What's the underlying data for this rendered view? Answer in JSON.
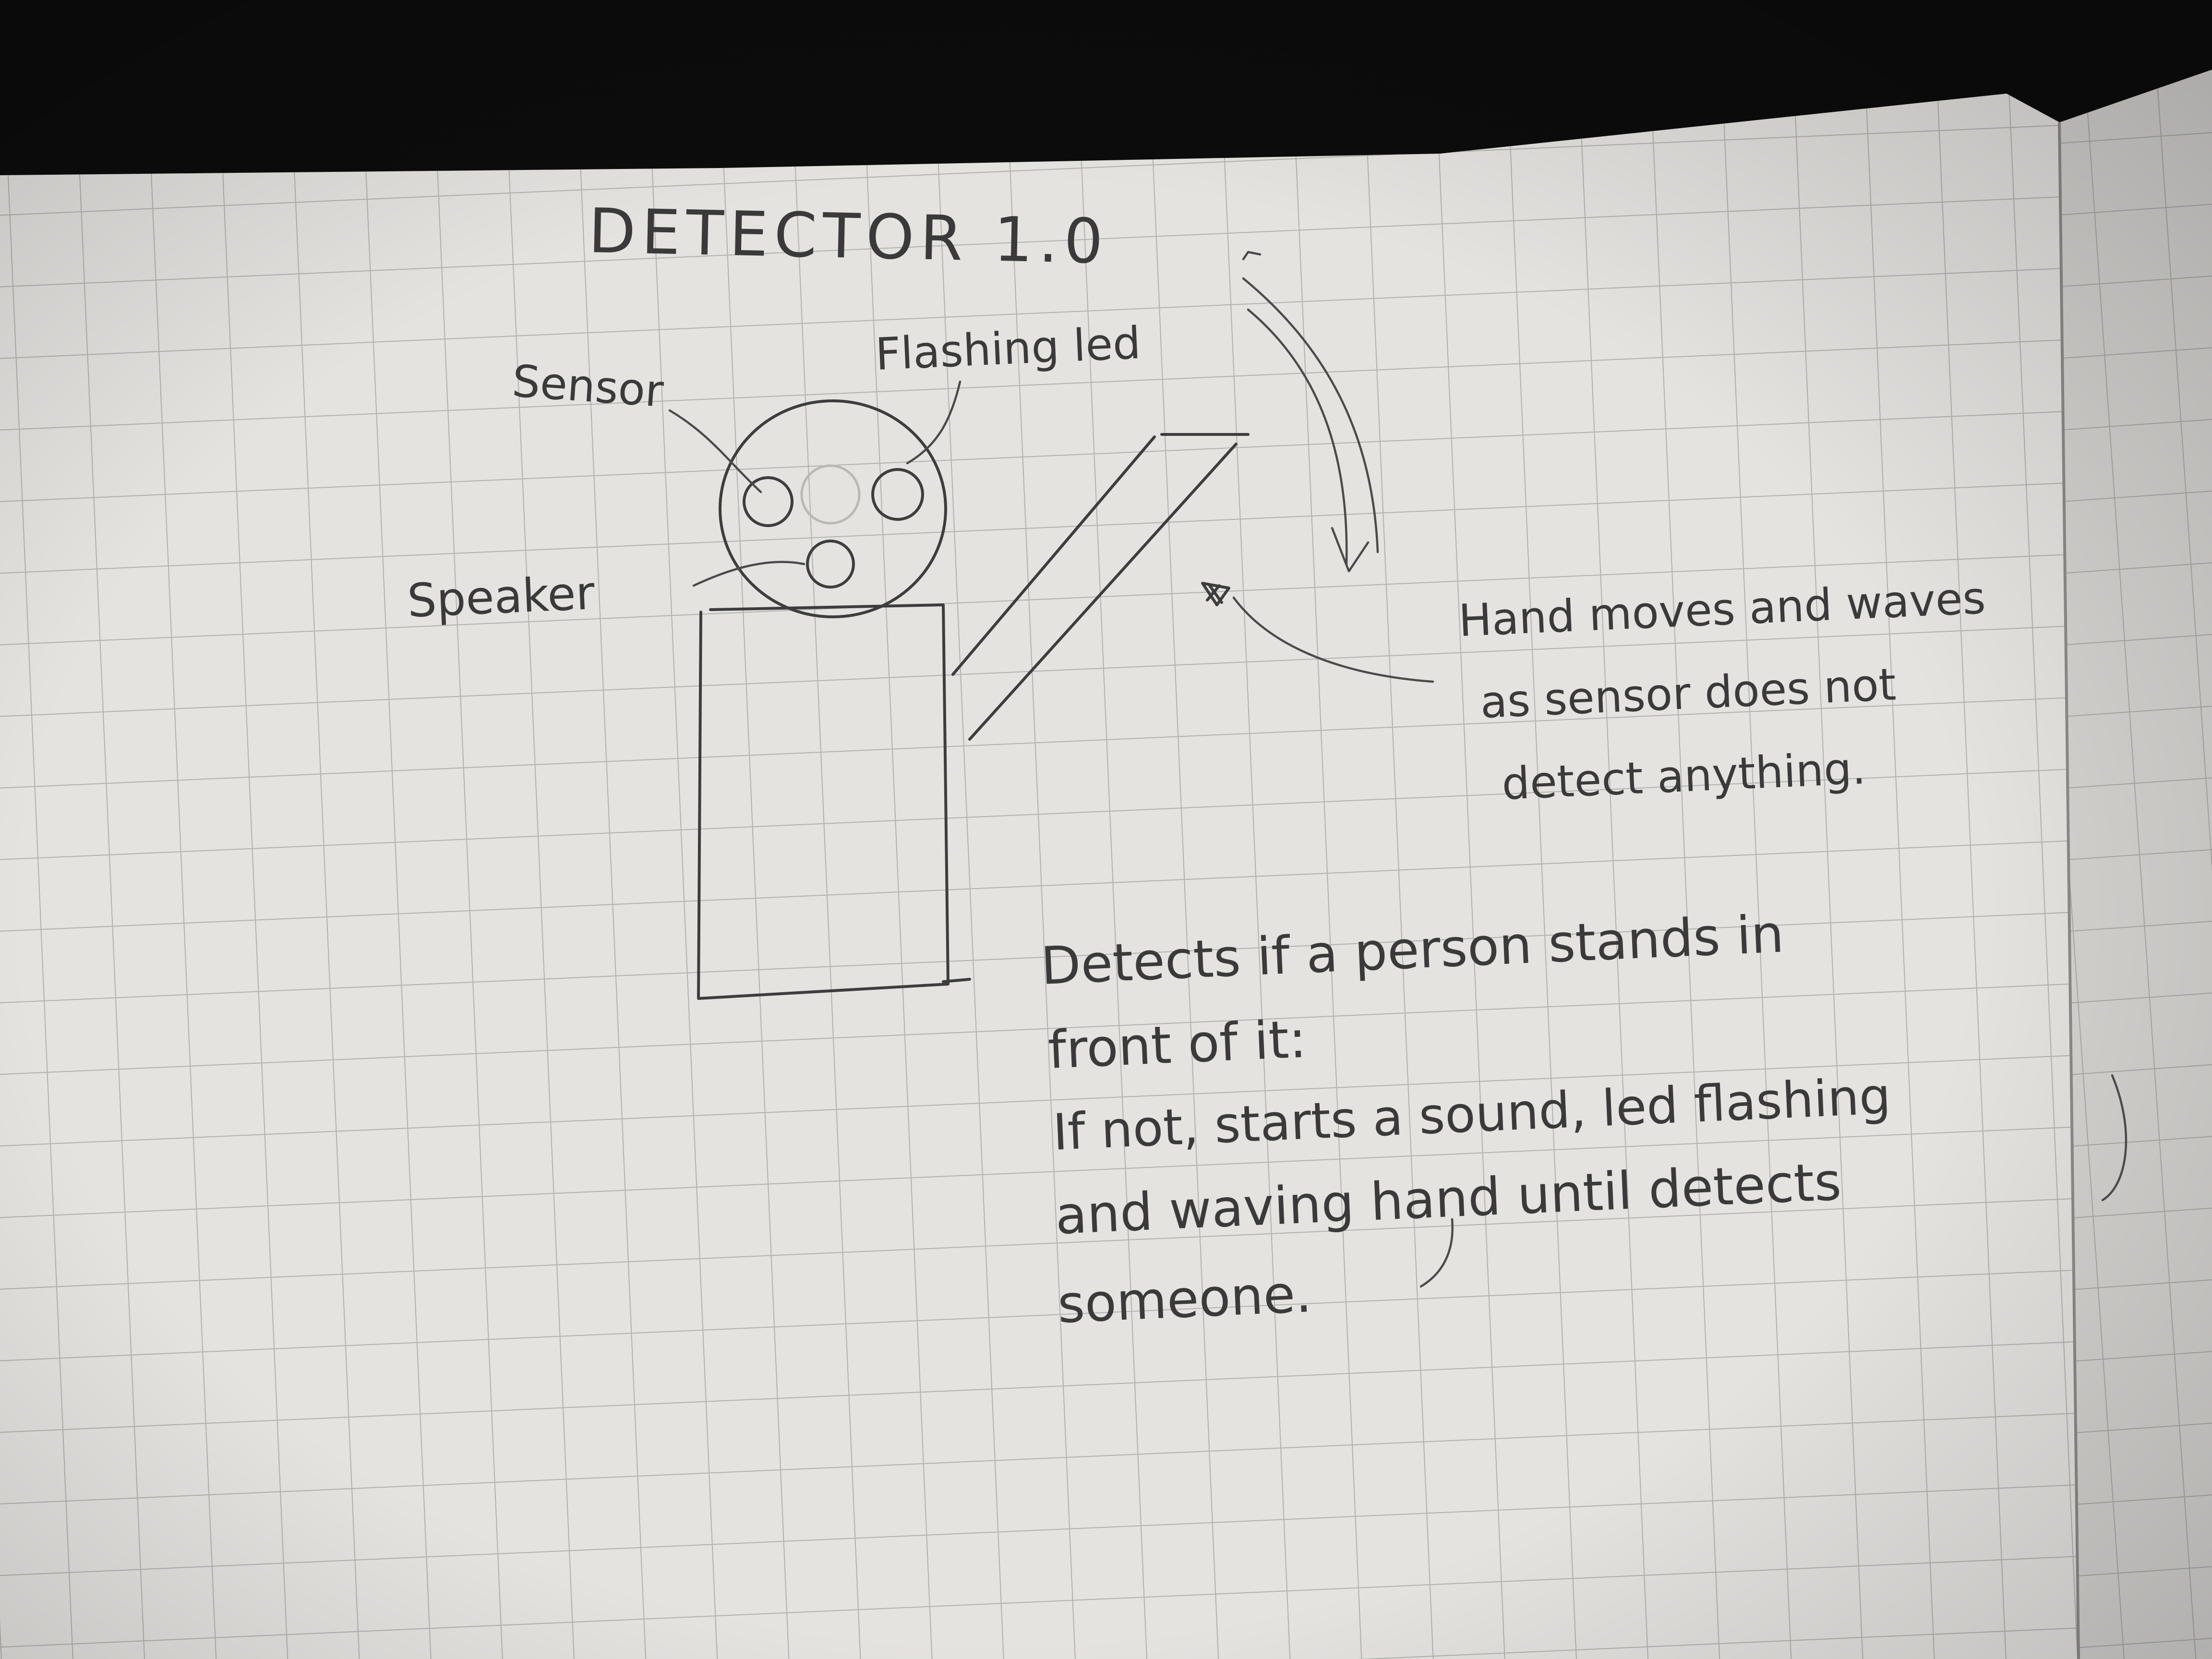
{
  "sketch": {
    "title": "DETECTOR 1.0",
    "labels": {
      "sensor": "Sensor",
      "flashing_led": "Flashing led",
      "speaker": "Speaker"
    },
    "hand_note": [
      "Hand moves and waves",
      "as sensor does not",
      "detect anything."
    ],
    "description": [
      "Detects if a person stands in",
      "front of it:",
      "If not, starts a sound, led flashing",
      "and waving hand until detects",
      "someone."
    ]
  },
  "colors": {
    "paper": "#e4e3e0",
    "grid": "#b4b4b1",
    "ink": "#3d3d3d",
    "background": "#0c0c0c"
  }
}
